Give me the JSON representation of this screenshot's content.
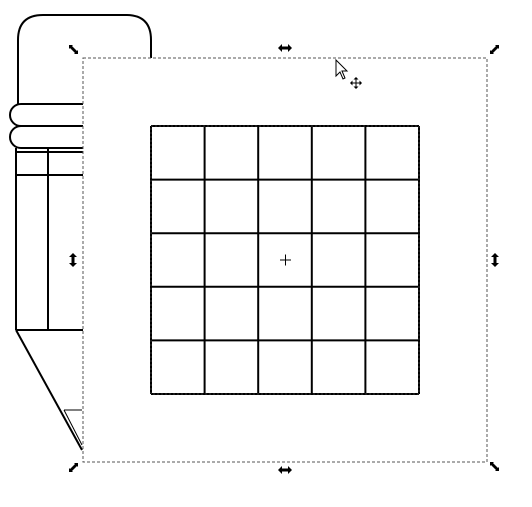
{
  "app": {
    "kind": "vector-editor-canvas"
  },
  "canvas": {
    "background": "#ffffff"
  },
  "background_drawing": {
    "kind": "pencil-outline",
    "stroke": "#000000"
  },
  "selection": {
    "rect_stroke": "#555555",
    "dash": "dashed",
    "fill": "#ffffff",
    "handles": [
      {
        "name": "scale-handle-top-left",
        "icon": "diagonal-arrow"
      },
      {
        "name": "scale-handle-top",
        "icon": "horizontal-arrow"
      },
      {
        "name": "scale-handle-top-right",
        "icon": "diagonal-arrow"
      },
      {
        "name": "scale-handle-left",
        "icon": "vertical-arrow"
      },
      {
        "name": "scale-handle-right",
        "icon": "vertical-arrow"
      },
      {
        "name": "scale-handle-bottom-left",
        "icon": "diagonal-arrow"
      },
      {
        "name": "scale-handle-bottom",
        "icon": "horizontal-arrow"
      },
      {
        "name": "scale-handle-bottom-right",
        "icon": "diagonal-arrow"
      }
    ],
    "center_marker": "crosshair"
  },
  "grid_object": {
    "rows": 5,
    "columns": 5,
    "stroke": "#000000"
  },
  "cursor": {
    "icon": "arrow-pointer-with-move-icon"
  }
}
